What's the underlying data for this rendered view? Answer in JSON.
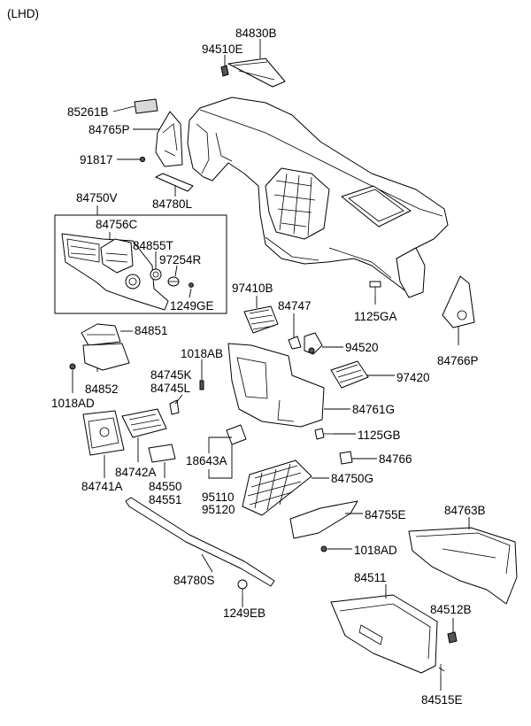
{
  "header": {
    "variant": "(LHD)"
  },
  "parts": [
    {
      "id": "p84830B",
      "text": "84830B"
    },
    {
      "id": "p94510E",
      "text": "94510E"
    },
    {
      "id": "p85261B",
      "text": "85261B"
    },
    {
      "id": "p84765P",
      "text": "84765P"
    },
    {
      "id": "p91817",
      "text": "91817"
    },
    {
      "id": "p84780L",
      "text": "84780L"
    },
    {
      "id": "p84750V",
      "text": "84750V"
    },
    {
      "id": "p84756C",
      "text": "84756C"
    },
    {
      "id": "p84855T",
      "text": "84855T"
    },
    {
      "id": "p97254R",
      "text": "97254R"
    },
    {
      "id": "p1249GE",
      "text": "1249GE"
    },
    {
      "id": "p97410B",
      "text": "97410B"
    },
    {
      "id": "p84747",
      "text": "84747"
    },
    {
      "id": "p1125GA",
      "text": "1125GA"
    },
    {
      "id": "p84851",
      "text": "84851"
    },
    {
      "id": "p94520",
      "text": "94520"
    },
    {
      "id": "p84766P",
      "text": "84766P"
    },
    {
      "id": "p1018AB",
      "text": "1018AB"
    },
    {
      "id": "p84852",
      "text": "84852"
    },
    {
      "id": "p97420",
      "text": "97420"
    },
    {
      "id": "p84745K",
      "text": "84745K"
    },
    {
      "id": "p84745L",
      "text": "84745L"
    },
    {
      "id": "p1018AD_a",
      "text": "1018AD"
    },
    {
      "id": "p84761G",
      "text": "84761G"
    },
    {
      "id": "p1125GB",
      "text": "1125GB"
    },
    {
      "id": "p84742A",
      "text": "84742A"
    },
    {
      "id": "p18643A",
      "text": "18643A"
    },
    {
      "id": "p84766",
      "text": "84766"
    },
    {
      "id": "p84741A",
      "text": "84741A"
    },
    {
      "id": "p84550",
      "text": "84550"
    },
    {
      "id": "p84551",
      "text": "84551"
    },
    {
      "id": "p84750G",
      "text": "84750G"
    },
    {
      "id": "p95110",
      "text": "95110"
    },
    {
      "id": "p95120",
      "text": "95120"
    },
    {
      "id": "p84755E",
      "text": "84755E"
    },
    {
      "id": "p84763B",
      "text": "84763B"
    },
    {
      "id": "p1018AD_b",
      "text": "1018AD"
    },
    {
      "id": "p84780S",
      "text": "84780S"
    },
    {
      "id": "p84511",
      "text": "84511"
    },
    {
      "id": "p84512B",
      "text": "84512B"
    },
    {
      "id": "p1249EB",
      "text": "1249EB"
    },
    {
      "id": "p84515E",
      "text": "84515E"
    }
  ]
}
